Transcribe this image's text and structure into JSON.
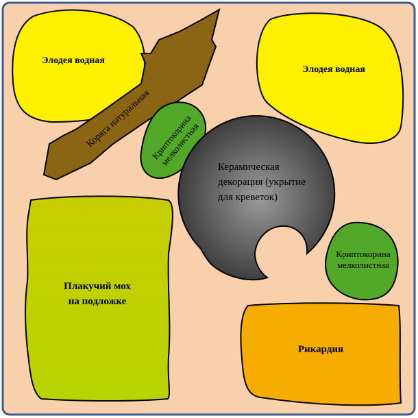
{
  "colors": {
    "background": "#f8d0ac",
    "frame": "#3a5c8c",
    "elodea": "#fff000",
    "driftwood": "#8b6414",
    "cryptocoryne": "#52a828",
    "moss": "#c8cc00",
    "moss_bottom": "#b6d400",
    "ricardia": "#f7ad00",
    "ceramic_light": "#9b9b9b",
    "ceramic_dark": "#2e2e2e",
    "outline": "#000000"
  },
  "labels": {
    "elodea_left": "Элодея водная",
    "elodea_right": "Элодея водная",
    "driftwood": "Коряга натуральная",
    "crypto_top_line1": "Криптокорина",
    "crypto_top_line2": "мелколистная",
    "ceramic_line1": "Керамическая",
    "ceramic_line2": "декорация (укрытие",
    "ceramic_line3": "для креветок)",
    "crypto_right_line1": "Криптокорина",
    "crypto_right_line2": "мелколистная",
    "moss_line1": "Плакучий мох",
    "moss_line2": "на подложке",
    "ricardia": "Рикардия"
  }
}
